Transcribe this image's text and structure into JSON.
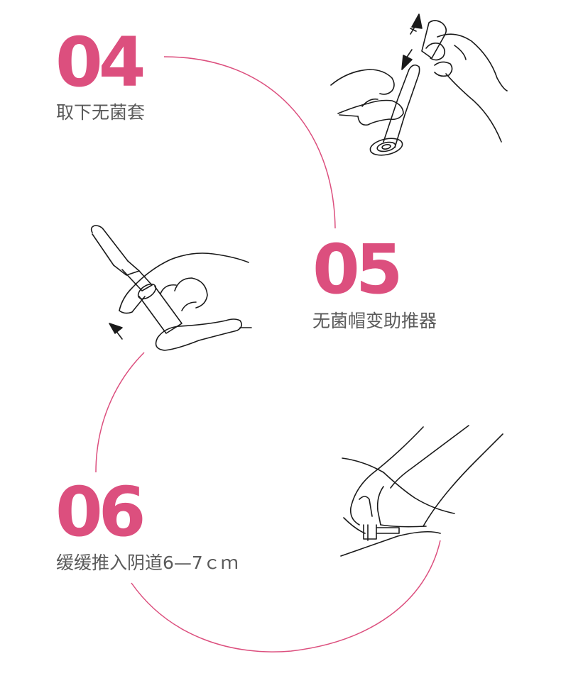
{
  "theme": {
    "accent_color": "#dc4f7e",
    "caption_color": "#5a5a5a",
    "line_color": "#1a1a1a"
  },
  "steps": [
    {
      "number": "04",
      "caption": "取下无菌套"
    },
    {
      "number": "05",
      "caption": "无菌帽变助推器"
    },
    {
      "number": "06",
      "caption": "缓缓推入阴道6—7ｃｍ"
    }
  ]
}
